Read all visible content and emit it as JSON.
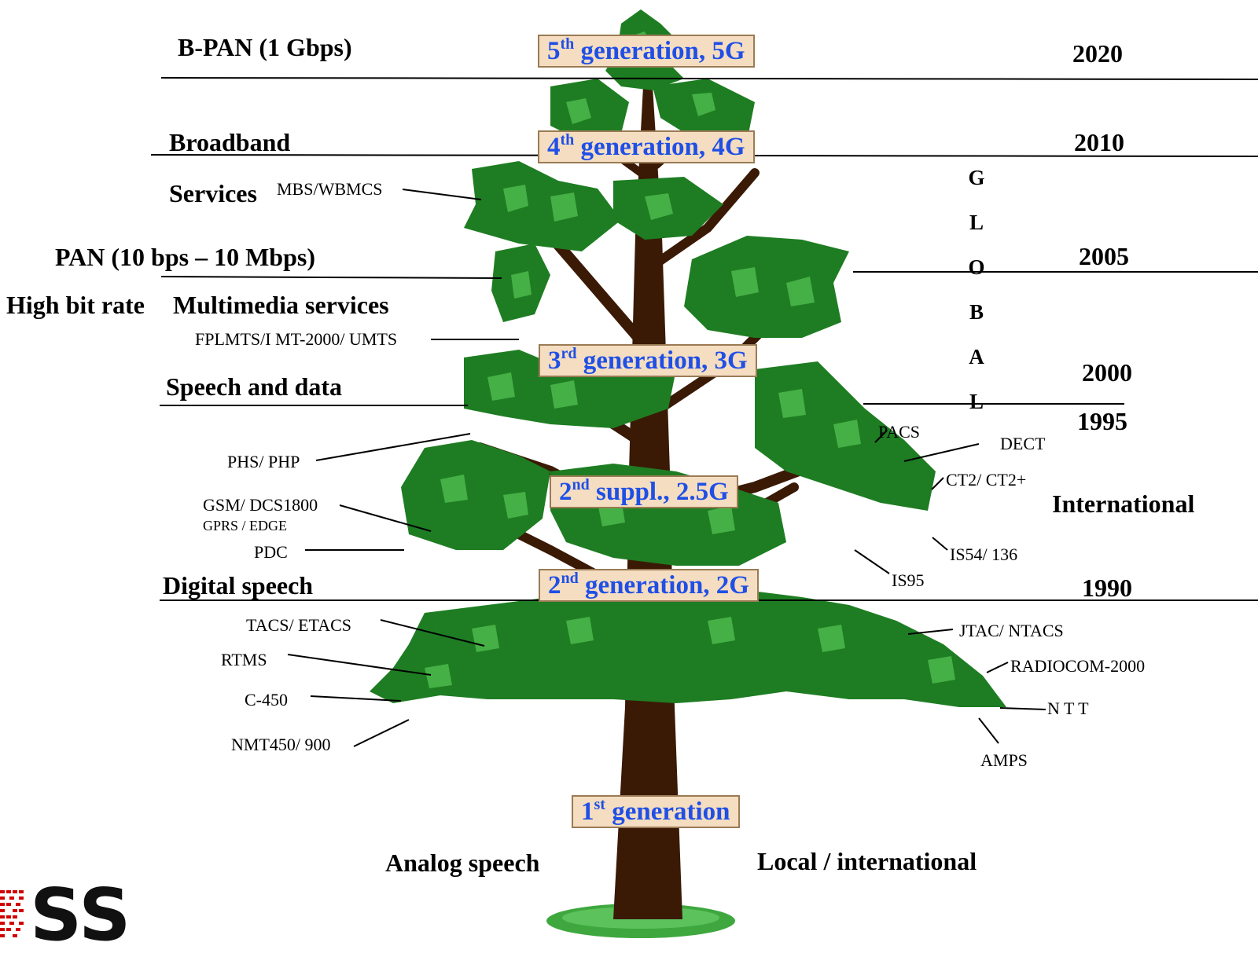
{
  "generations": {
    "g5": {
      "sup": "th",
      "text": "5",
      "suffix": " generation, 5G"
    },
    "g4": {
      "sup": "th",
      "text": "4",
      "suffix": " generation, 4G"
    },
    "g3": {
      "sup": "rd",
      "text": "3",
      "suffix": " generation, 3G"
    },
    "g25": {
      "sup": "nd",
      "text": "2",
      "suffix": " suppl., 2.5G"
    },
    "g2": {
      "sup": "nd",
      "text": "2",
      "suffix": " generation, 2G"
    },
    "g1": {
      "sup": "st",
      "text": "1",
      "suffix": " generation"
    }
  },
  "services": {
    "bpan": "B-PAN (1 Gbps)",
    "broadband": "Broadband",
    "services": "Services",
    "pan": "PAN (10 bps – 10 Mbps)",
    "high_bit_rate": "High bit rate",
    "multimedia": "Multimedia services",
    "speech_data": "Speech and data",
    "digital_speech": "Digital speech",
    "analog_speech": "Analog speech",
    "local_international": "Local / international",
    "international": "International"
  },
  "global_letters": [
    "G",
    "L",
    "O",
    "B",
    "A",
    "L"
  ],
  "years": {
    "y2020": "2020",
    "y2010": "2010",
    "y2005": "2005",
    "y2000": "2000",
    "y1995": "1995",
    "y1990": "1990"
  },
  "systems": {
    "mbs": "MBS/WBMCS",
    "fplmts": "FPLMTS/I MT-2000/ UMTS",
    "phs": "PHS/ PHP",
    "gsm": "GSM/ DCS1800",
    "gprs": "GPRS / EDGE",
    "pdc": "PDC",
    "pacs": "PACS",
    "dect": "DECT",
    "ct2": "CT2/ CT2+",
    "is54": "IS54/ 136",
    "is95": "IS95",
    "tacs": "TACS/ ETACS",
    "rtms": "RTMS",
    "c450": "C-450",
    "nmt": "NMT450/ 900",
    "jtac": "JTAC/ NTACS",
    "radiocom": "RADIOCOM-2000",
    "ntt": "N T T",
    "amps": "AMPS"
  },
  "logo": {
    "text": "SS"
  },
  "colors": {
    "foliage": "#1e7d22",
    "foliage_light": "#45b045",
    "trunk": "#3a1a05",
    "gen_box_fill": "#f4ddc0",
    "gen_text": "#1f4fe6",
    "logo_red": "#d10000"
  }
}
